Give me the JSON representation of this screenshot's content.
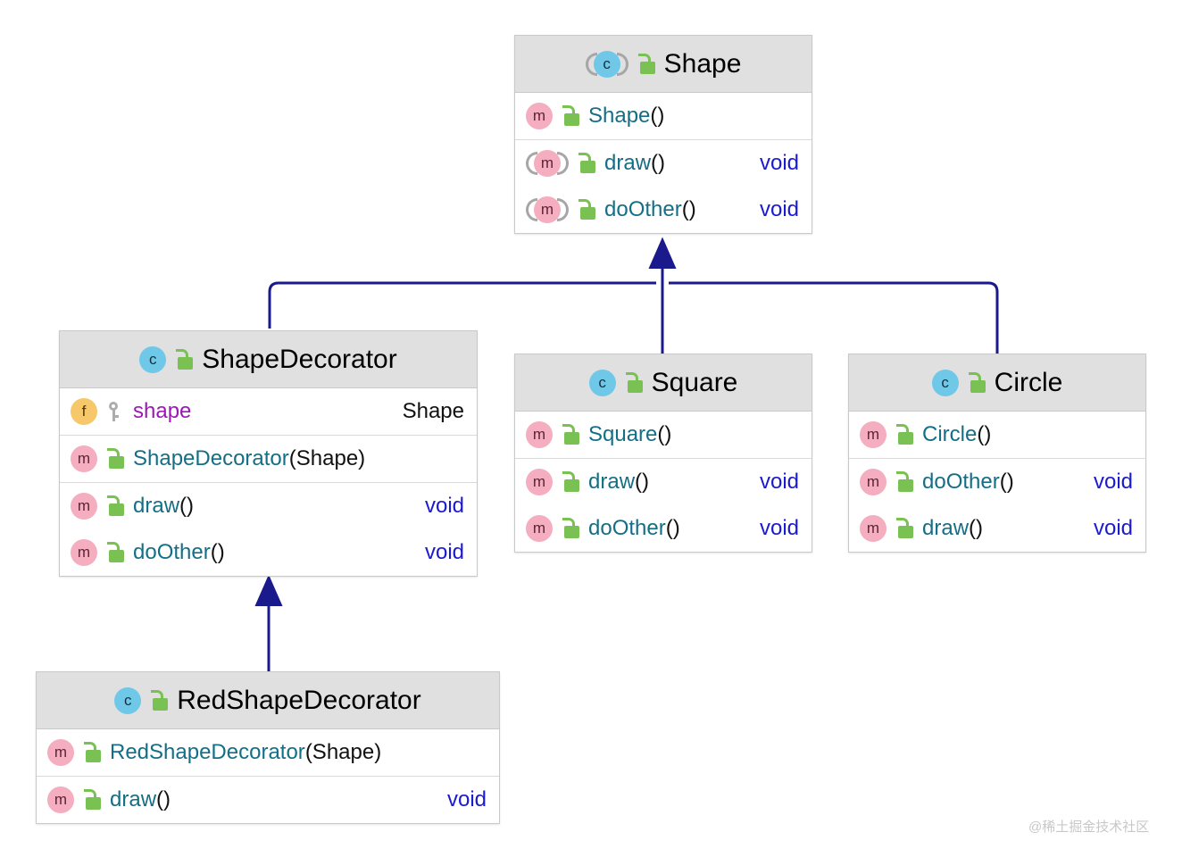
{
  "diagram": {
    "title": "Decorator pattern UML class diagram",
    "colors": {
      "edge": "#1a1a8c",
      "header_bg": "#e0e0e0",
      "box_border": "#c9c9c9",
      "class_icon": "#6fc8e8",
      "method_icon": "#f5adc0",
      "field_icon": "#f6c869",
      "lock_icon": "#7ac153",
      "member_text": "#146e86",
      "void_text": "#1a1ad0",
      "field_text": "#9b18b5"
    },
    "classes": [
      {
        "id": "shape",
        "name": "Shape",
        "abstract": true,
        "icon": "class-icon",
        "visibility_icon": "unlock-icon",
        "sections": [
          {
            "rows": [
              {
                "kind": "method",
                "icon": "method-icon",
                "visibility_icon": "unlock-icon",
                "abstract": false,
                "name": "Shape",
                "suffix": "()",
                "type": ""
              }
            ]
          },
          {
            "rows": [
              {
                "kind": "method",
                "icon": "method-icon",
                "visibility_icon": "unlock-icon",
                "abstract": true,
                "name": "draw",
                "suffix": "()",
                "type": "void"
              },
              {
                "kind": "method",
                "icon": "method-icon",
                "visibility_icon": "unlock-icon",
                "abstract": true,
                "name": "doOther",
                "suffix": "()",
                "type": "void"
              }
            ]
          }
        ]
      },
      {
        "id": "shape-decorator",
        "name": "ShapeDecorator",
        "abstract": false,
        "icon": "class-icon",
        "visibility_icon": "unlock-icon",
        "sections": [
          {
            "rows": [
              {
                "kind": "field",
                "icon": "field-icon",
                "visibility_icon": "key-icon",
                "abstract": false,
                "name": "shape",
                "suffix": "",
                "type": "Shape"
              }
            ]
          },
          {
            "rows": [
              {
                "kind": "method",
                "icon": "method-icon",
                "visibility_icon": "unlock-icon",
                "abstract": false,
                "name": "ShapeDecorator",
                "suffix": "(Shape)",
                "type": ""
              }
            ]
          },
          {
            "rows": [
              {
                "kind": "method",
                "icon": "method-icon",
                "visibility_icon": "unlock-icon",
                "abstract": false,
                "name": "draw",
                "suffix": "()",
                "type": "void"
              },
              {
                "kind": "method",
                "icon": "method-icon",
                "visibility_icon": "unlock-icon",
                "abstract": false,
                "name": "doOther",
                "suffix": "()",
                "type": "void"
              }
            ]
          }
        ]
      },
      {
        "id": "square",
        "name": "Square",
        "abstract": false,
        "icon": "class-icon",
        "visibility_icon": "unlock-icon",
        "sections": [
          {
            "rows": [
              {
                "kind": "method",
                "icon": "method-icon",
                "visibility_icon": "unlock-icon",
                "abstract": false,
                "name": "Square",
                "suffix": "()",
                "type": ""
              }
            ]
          },
          {
            "rows": [
              {
                "kind": "method",
                "icon": "method-icon",
                "visibility_icon": "unlock-icon",
                "abstract": false,
                "name": "draw",
                "suffix": "()",
                "type": "void"
              },
              {
                "kind": "method",
                "icon": "method-icon",
                "visibility_icon": "unlock-icon",
                "abstract": false,
                "name": "doOther",
                "suffix": "()",
                "type": "void"
              }
            ]
          }
        ]
      },
      {
        "id": "circle",
        "name": "Circle",
        "abstract": false,
        "icon": "class-icon",
        "visibility_icon": "unlock-icon",
        "sections": [
          {
            "rows": [
              {
                "kind": "method",
                "icon": "method-icon",
                "visibility_icon": "unlock-icon",
                "abstract": false,
                "name": "Circle",
                "suffix": "()",
                "type": ""
              }
            ]
          },
          {
            "rows": [
              {
                "kind": "method",
                "icon": "method-icon",
                "visibility_icon": "unlock-icon",
                "abstract": false,
                "name": "doOther",
                "suffix": "()",
                "type": "void"
              },
              {
                "kind": "method",
                "icon": "method-icon",
                "visibility_icon": "unlock-icon",
                "abstract": false,
                "name": "draw",
                "suffix": "()",
                "type": "void"
              }
            ]
          }
        ]
      },
      {
        "id": "red-shape-decorator",
        "name": "RedShapeDecorator",
        "abstract": false,
        "icon": "class-icon",
        "visibility_icon": "unlock-icon",
        "sections": [
          {
            "rows": [
              {
                "kind": "method",
                "icon": "method-icon",
                "visibility_icon": "unlock-icon",
                "abstract": false,
                "name": "RedShapeDecorator",
                "suffix": "(Shape)",
                "type": ""
              }
            ]
          },
          {
            "rows": [
              {
                "kind": "method",
                "icon": "method-icon",
                "visibility_icon": "unlock-icon",
                "abstract": false,
                "name": "draw",
                "suffix": "()",
                "type": "void"
              }
            ]
          }
        ]
      }
    ],
    "relations": [
      {
        "from": "ShapeDecorator",
        "to": "Shape",
        "type": "generalization"
      },
      {
        "from": "Square",
        "to": "Shape",
        "type": "generalization"
      },
      {
        "from": "Circle",
        "to": "Shape",
        "type": "generalization"
      },
      {
        "from": "RedShapeDecorator",
        "to": "ShapeDecorator",
        "type": "generalization"
      }
    ]
  },
  "watermark": "@稀土掘金技术社区"
}
